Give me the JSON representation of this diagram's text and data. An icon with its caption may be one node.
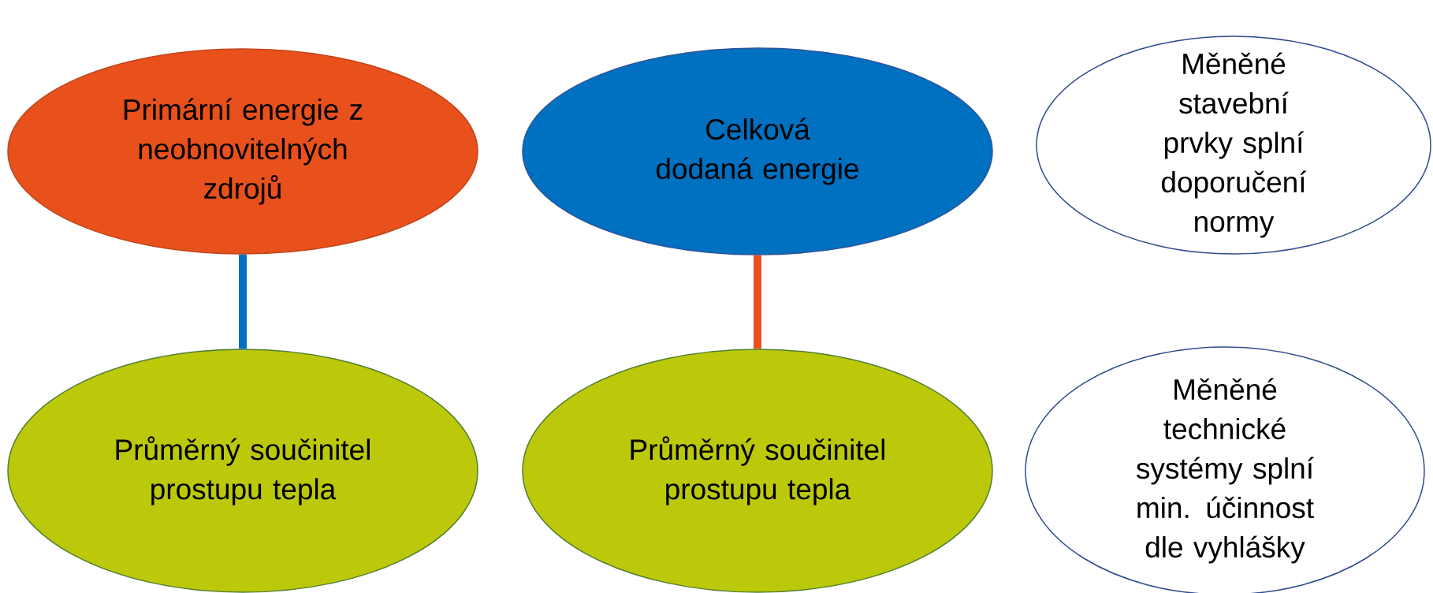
{
  "diagram": {
    "nodes": [
      {
        "text": [
          "Primární energie z neobnovitelných zdrojů"
        ]
      },
      {
        "text": [
          "Celková dodaná energie"
        ]
      },
      {
        "text": [
          "Měněné stavební prvky splní doporučení normy"
        ]
      },
      {
        "text": [
          "Průměrný součinitel prostupu tepla"
        ]
      },
      {
        "text": [
          "Průměrný součinitel prostupu tepla"
        ]
      },
      {
        "text": [
          "Měněné technické systémy splní min. účinnost dle vyhlášky"
        ]
      }
    ],
    "edges": [
      {
        "from": 0,
        "to": 3,
        "arrow": "none",
        "color": "#0070c0"
      },
      {
        "from": 1,
        "to": 4,
        "arrow": "none",
        "color": "#e8501c"
      }
    ]
  }
}
